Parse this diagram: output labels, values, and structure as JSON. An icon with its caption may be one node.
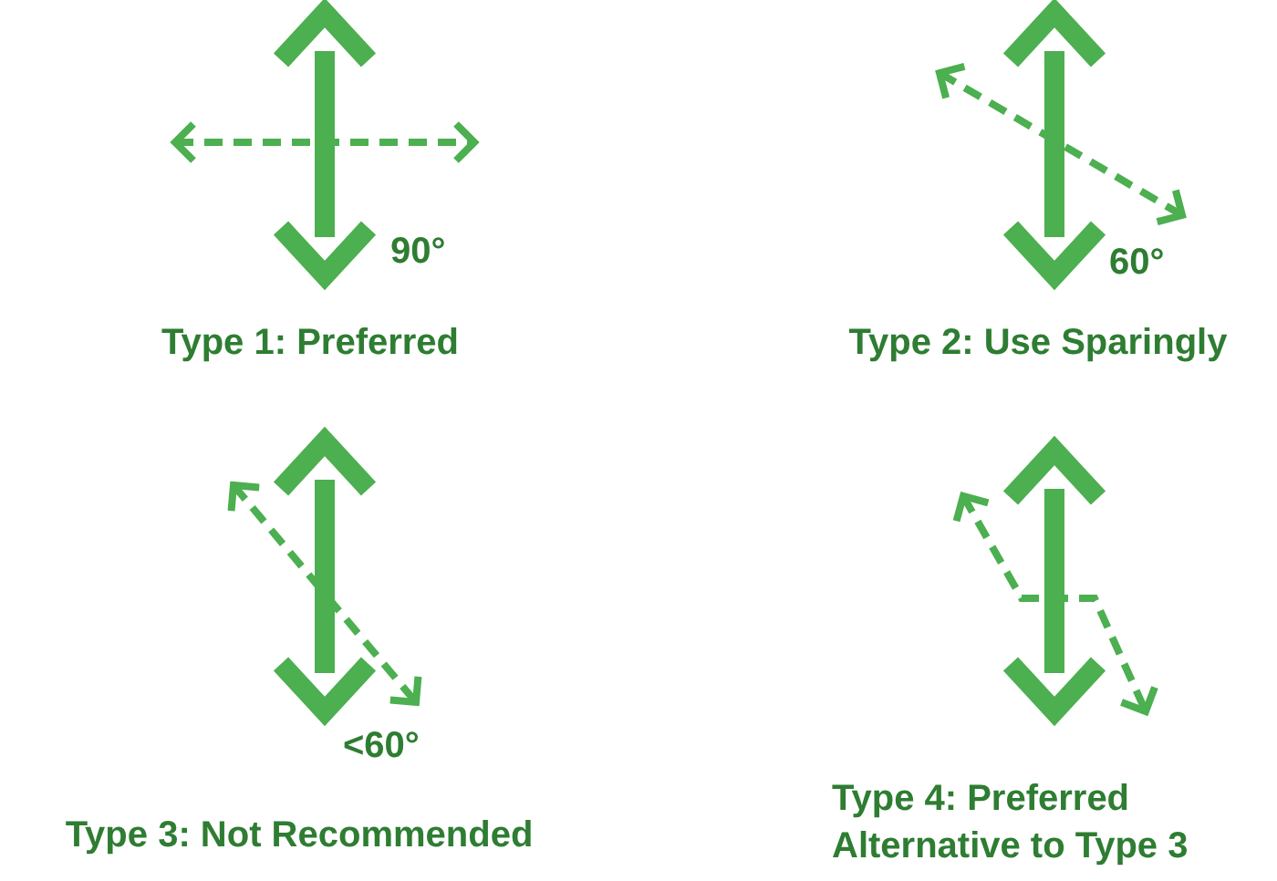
{
  "diagram": {
    "labels": [
      "90°",
      "Type 1: Preferred",
      "60°",
      "Type 2: Use Sparingly",
      "<60°",
      "Type 3: Not Recommended",
      "Type 4: Preferred Alternative to Type 3"
    ]
  }
}
